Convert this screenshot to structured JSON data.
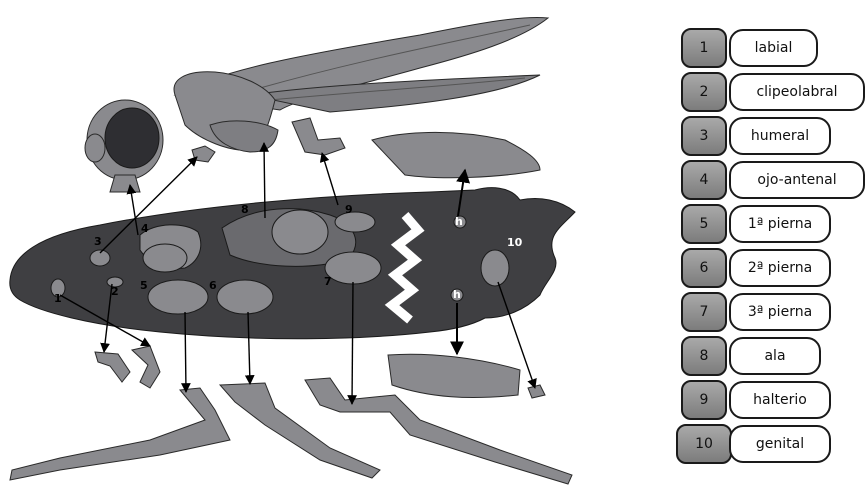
{
  "labels": {
    "n1": "1",
    "n2": "2",
    "n3": "3",
    "n4": "4",
    "n5": "5",
    "n6": "6",
    "n7": "7",
    "n8": "8",
    "n9": "9",
    "n10": "10",
    "h_upper": "h",
    "h_lower": "h"
  },
  "legend": [
    {
      "num": "1",
      "name": "labial"
    },
    {
      "num": "2",
      "name": "clipeolabral"
    },
    {
      "num": "3",
      "name": "humeral"
    },
    {
      "num": "4",
      "name": "ojo-antenal"
    },
    {
      "num": "5",
      "name": "1ª pierna"
    },
    {
      "num": "6",
      "name": "2ª pierna"
    },
    {
      "num": "7",
      "name": "3ª pierna"
    },
    {
      "num": "8",
      "name": "ala"
    },
    {
      "num": "9",
      "name": "halterio"
    },
    {
      "num": "10",
      "name": "genital"
    }
  ],
  "colors": {
    "body": "#3f3f42",
    "parts": "#8a8a8e",
    "edge": "#2a2a2a"
  }
}
